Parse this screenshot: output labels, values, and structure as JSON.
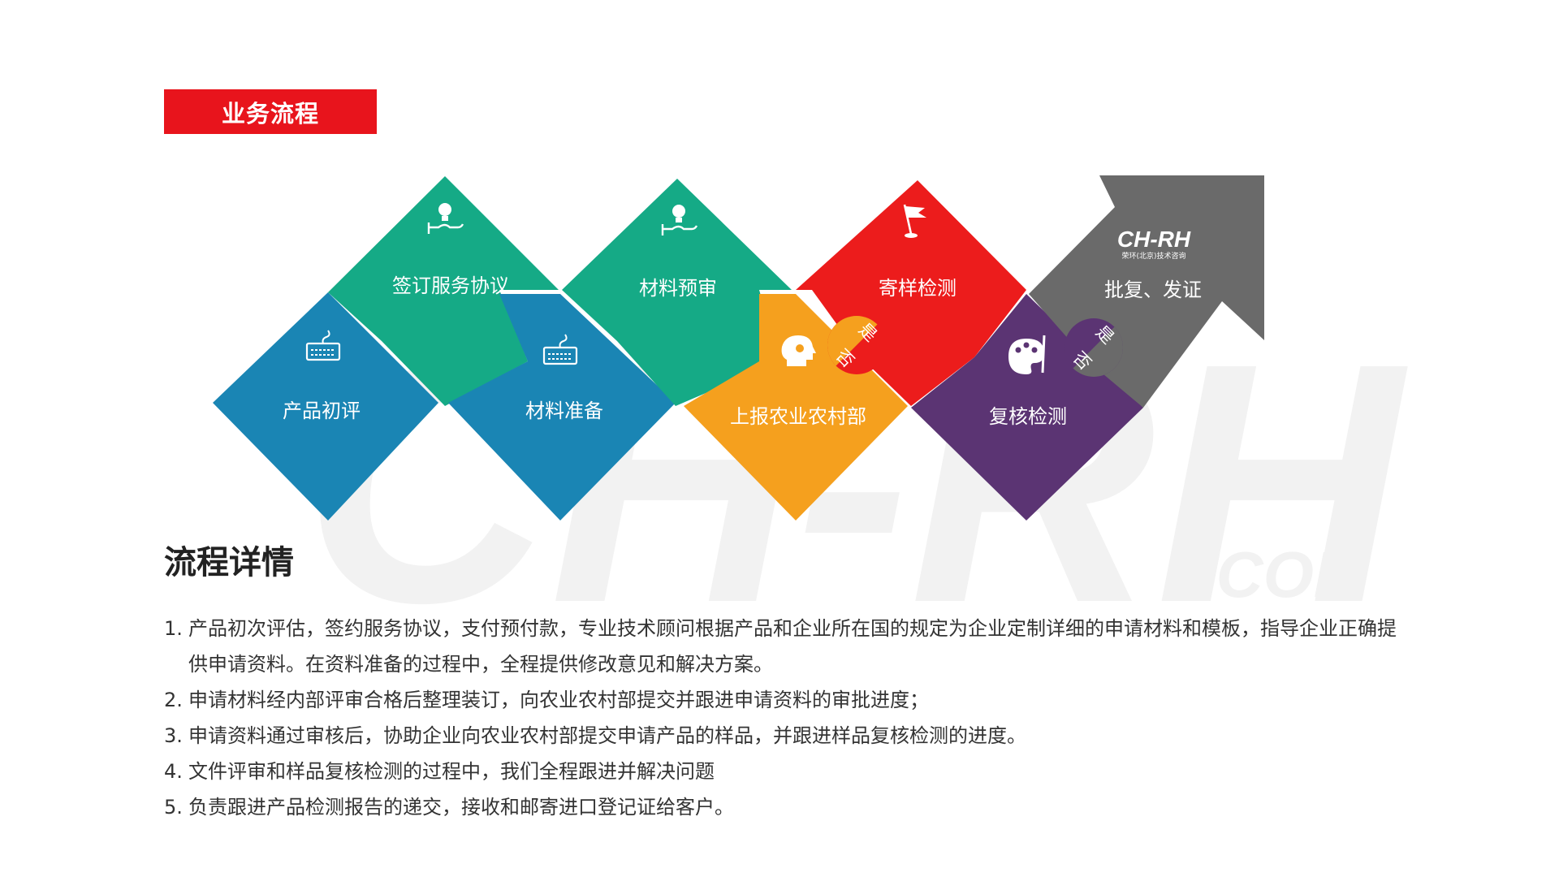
{
  "header": {
    "title": "业务流程"
  },
  "watermark": {
    "main": "CH-RH",
    "sub": ".COM"
  },
  "steps": [
    {
      "label": "产品初评",
      "color": "#1a85b4",
      "icon": "keyboard-icon"
    },
    {
      "label": "签订服务协议",
      "color": "#15aa86",
      "icon": "hand-bulb-icon"
    },
    {
      "label": "材料准备",
      "color": "#1a85b4",
      "icon": "keyboard-icon"
    },
    {
      "label": "材料预审",
      "color": "#15aa86",
      "icon": "hand-bulb-icon"
    },
    {
      "label": "上报农业农村部",
      "color": "#f5a01e",
      "icon": "head-gear-icon"
    },
    {
      "label": "寄样检测",
      "color": "#ec1c1c",
      "icon": "flag-icon"
    },
    {
      "label": "复核检测",
      "color": "#5b3473",
      "icon": "palette-icon"
    },
    {
      "label": "批复、发证",
      "color": "#6a6a6a",
      "icon": "ch-rh-logo"
    }
  ],
  "decisions": [
    {
      "yes": "是",
      "no": "否",
      "color": "#ec1c1c"
    },
    {
      "yes": "是",
      "no": "否",
      "color": "#5b3473"
    }
  ],
  "logo": {
    "text": "CH-RH",
    "subtext": "荣环(北京)技术咨询"
  },
  "details": {
    "title": "流程详情",
    "items": [
      {
        "num": "1.",
        "text": "产品初次评估，签约服务协议，支付预付款，专业技术顾问根据产品和企业所在国的规定为企业定制详细的申请材料和模板，指导企业正确提供申请资料。在资料准备的过程中，全程提供修改意见和解决方案。"
      },
      {
        "num": "2.",
        "text": "申请材料经内部评审合格后整理装订，向农业农村部提交并跟进申请资料的审批进度；"
      },
      {
        "num": "3.",
        "text": "申请资料通过审核后，协助企业向农业农村部提交申请产品的样品，并跟进样品复核检测的进度。"
      },
      {
        "num": "4.",
        "text": "文件评审和样品复核检测的过程中，我们全程跟进并解决问题"
      },
      {
        "num": "5.",
        "text": "负责跟进产品检测报告的递交，接收和邮寄进口登记证给客户。"
      }
    ]
  }
}
